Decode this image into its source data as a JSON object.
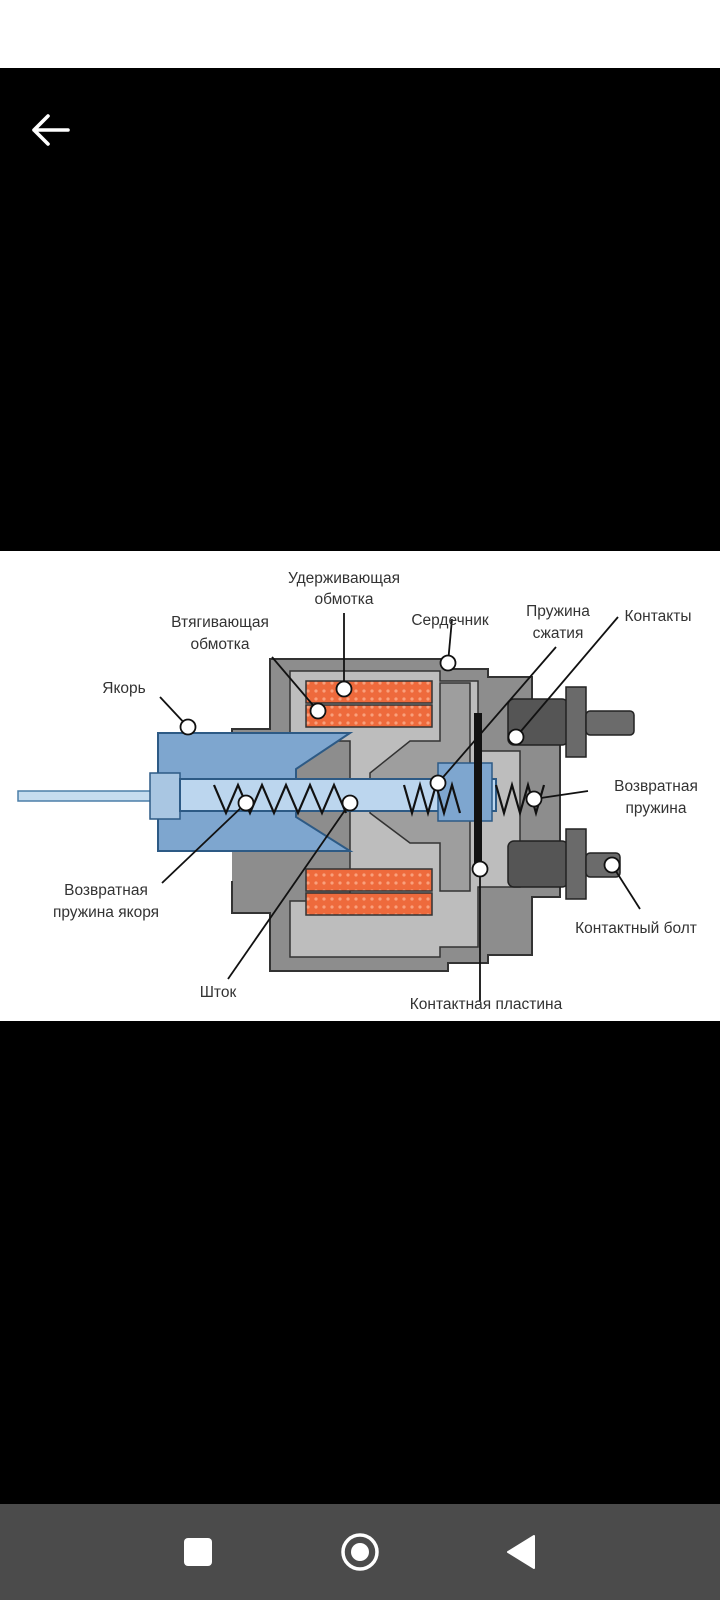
{
  "viewer": {
    "back_icon": "arrow-left-icon"
  },
  "diagram": {
    "labels": {
      "holding_winding_1": "Удерживающая",
      "holding_winding_2": "обмотка",
      "pull_winding_1": "Втягивающая",
      "pull_winding_2": "обмотка",
      "core": "Сердечник",
      "compression_spring_1": "Пружина",
      "compression_spring_2": "сжатия",
      "contacts": "Контакты",
      "armature": "Якорь",
      "return_spring_1": "Возвратная",
      "return_spring_2": "пружина",
      "armature_return_spring_1": "Возвратная",
      "armature_return_spring_2": "пружина якоря",
      "contact_bolt": "Контактный болт",
      "rod": "Шток",
      "contact_plate": "Контактная пластина"
    },
    "colors": {
      "housing": "#8d8d8d",
      "housing_light": "#b8b8b8",
      "armature": "#7ea6cf",
      "rod": "#bcd6ee",
      "winding": "#ee6a3c",
      "bolt": "#555555"
    }
  },
  "navigation": {
    "recents_icon": "square-icon",
    "home_icon": "circle-icon",
    "back_icon": "triangle-back-icon"
  }
}
